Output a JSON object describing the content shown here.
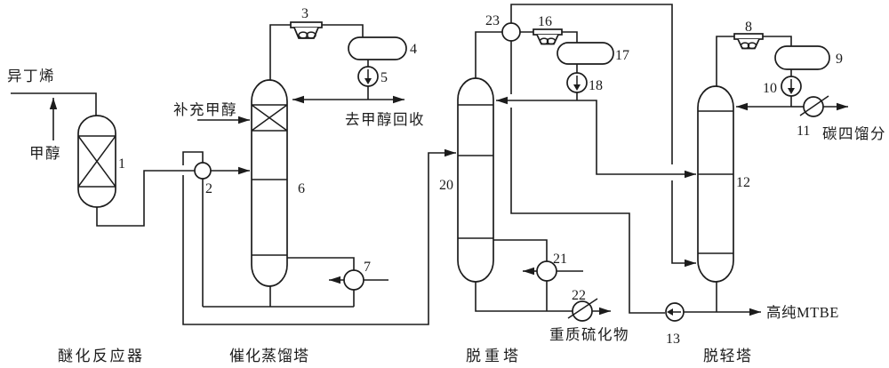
{
  "figure": {
    "type": "process-flow-diagram",
    "streams": {
      "isobutylene": "异丁烯",
      "methanol": "甲醇",
      "makeup_methanol": "补充甲醇",
      "to_methanol_recovery": "去甲醇回收",
      "heavy_sulfides": "重质硫化物",
      "c4_fraction": "碳四馏分",
      "high_purity_mtbe": "高纯MTBE"
    },
    "equipment_names": {
      "reactor": "醚化反应器",
      "catalytic_column": "催化蒸馏塔",
      "deheavies_column": "脱重塔",
      "delights_column": "脱轻塔"
    },
    "numbers": {
      "n1": "1",
      "n2": "2",
      "n3": "3",
      "n4": "4",
      "n5": "5",
      "n6": "6",
      "n7": "7",
      "n8": "8",
      "n9": "9",
      "n10": "10",
      "n11": "11",
      "n12": "12",
      "n13": "13",
      "n16": "16",
      "n17": "17",
      "n18": "18",
      "n20": "20",
      "n21": "21",
      "n22": "22",
      "n23": "23"
    },
    "colors": {
      "ink": "#1c1c1c",
      "background": "#ffffff"
    }
  }
}
